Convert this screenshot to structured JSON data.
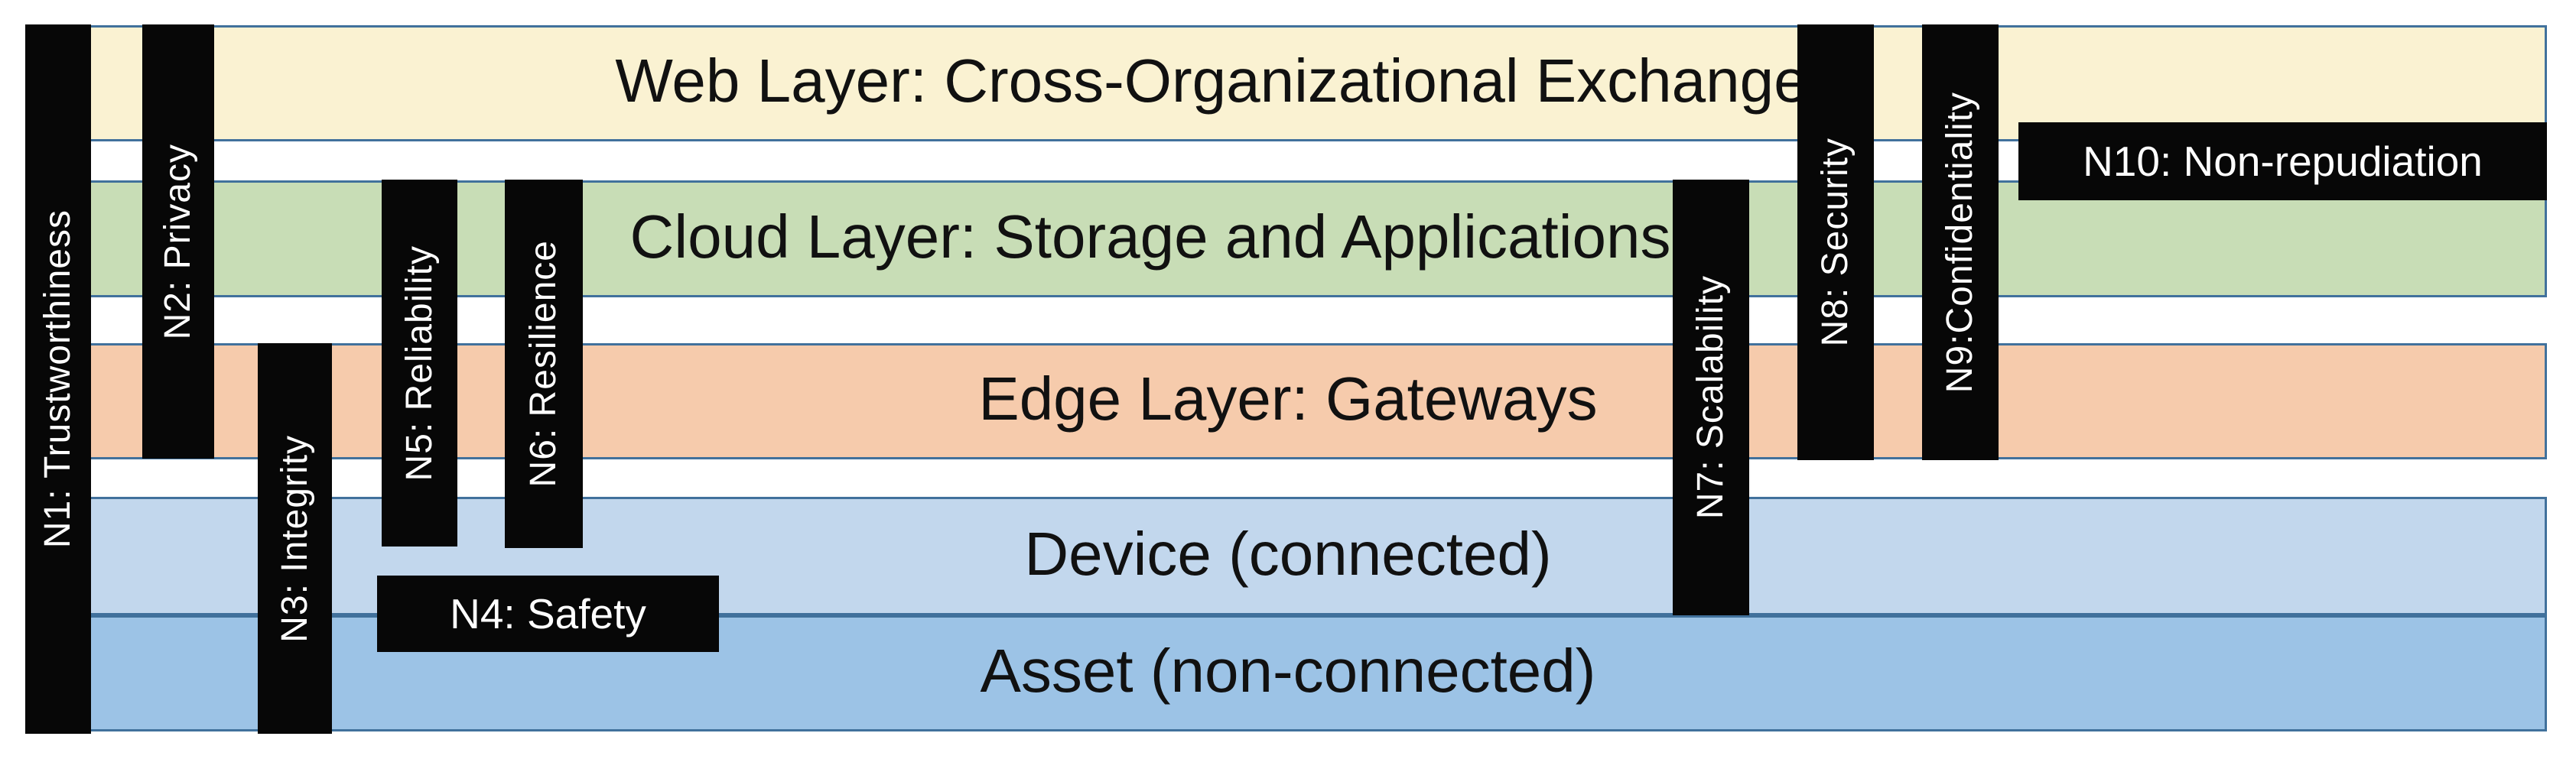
{
  "diagram": {
    "description": "Layered architecture diagram with cross-cutting non-functional requirement bars"
  },
  "layers": [
    {
      "id": "web",
      "label": "Web Layer: Cross-Organizational Exchange",
      "fill": "#faf2d2"
    },
    {
      "id": "cloud",
      "label": "Cloud Layer: Storage and Applications",
      "fill": "#c8ddb6"
    },
    {
      "id": "edge",
      "label": "Edge Layer: Gateways",
      "fill": "#f6cbac"
    },
    {
      "id": "device",
      "label": "Device (connected)",
      "fill": "#c2d7ed"
    },
    {
      "id": "asset",
      "label": "Asset (non-connected)",
      "fill": "#9cc3e6"
    }
  ],
  "requirements": [
    {
      "id": "n1",
      "label": "N1: Trustworthiness",
      "orientation": "vertical"
    },
    {
      "id": "n2",
      "label": "N2: Privacy",
      "orientation": "vertical"
    },
    {
      "id": "n3",
      "label": "N3: Integrity",
      "orientation": "vertical"
    },
    {
      "id": "n4",
      "label": "N4: Safety",
      "orientation": "horizontal"
    },
    {
      "id": "n5",
      "label": "N5: Reliability",
      "orientation": "vertical"
    },
    {
      "id": "n6",
      "label": "N6: Resilience",
      "orientation": "vertical"
    },
    {
      "id": "n7",
      "label": "N7: Scalability",
      "orientation": "vertical"
    },
    {
      "id": "n8",
      "label": "N8: Security",
      "orientation": "vertical"
    },
    {
      "id": "n9",
      "label": "N9:Confidentiality",
      "orientation": "vertical"
    },
    {
      "id": "n10",
      "label": "N10: Non-repudiation",
      "orientation": "horizontal"
    }
  ],
  "colors": {
    "band_border": "#41719c",
    "bar_fill": "#070707",
    "bar_text": "#ffffff",
    "layer_text": "#111111",
    "background": "#ffffff"
  }
}
